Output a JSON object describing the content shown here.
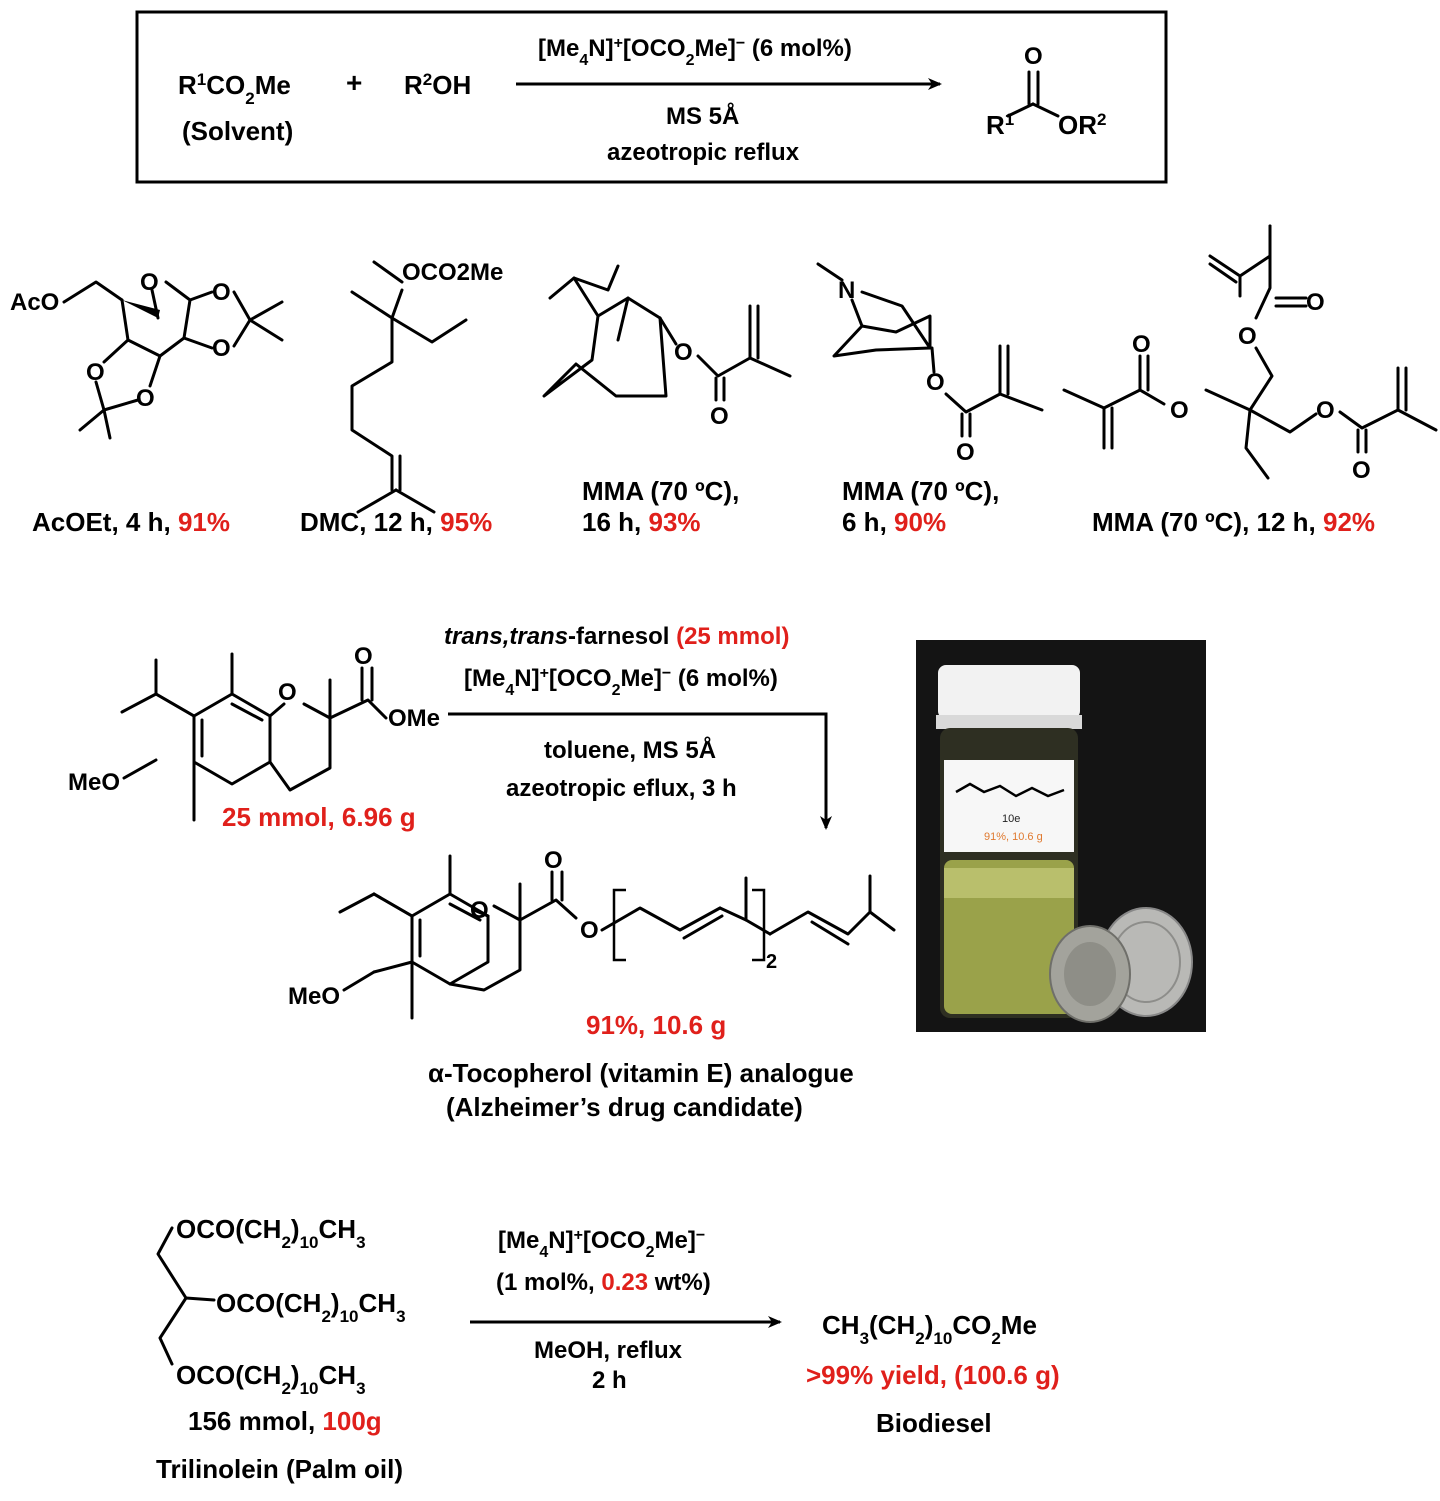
{
  "scheme": {
    "reactant1": "R1CO2Me",
    "reactant1_sub": "(Solvent)",
    "plus": "+",
    "reactant2": "R2OH",
    "catalyst": "[Me4N]+[OCO2Me]− (6 mol%)",
    "conditions1": "MS 5Å",
    "conditions2": "azeotropic reflux",
    "product_R1": "R1",
    "product_OR2": "OR2",
    "product_O": "O"
  },
  "examples": [
    {
      "conditions": "AcOEt, 4 h,",
      "yield": "91%",
      "label_AcO": "AcO"
    },
    {
      "conditions": "DMC, 12 h,",
      "yield": "95%",
      "label_OCO2Me": "OCO2Me"
    },
    {
      "conditions_line1": "MMA (70 ºC),",
      "conditions_line2": "16 h,",
      "yield": "93%"
    },
    {
      "conditions_line1": "MMA (70 ºC),",
      "conditions_line2": "6 h,",
      "yield": "90%",
      "label_N": "N"
    },
    {
      "conditions": "MMA (70 ºC), 12 h,",
      "yield": "92%"
    }
  ],
  "vitaminE": {
    "reagent_italic": "trans,trans",
    "reagent_rest": "-farnesol",
    "reagent_amount": "(25 mmol)",
    "catalyst": "[Me4N]+[OCO2Me]− (6 mol%)",
    "conditions1": "toluene, MS 5Å",
    "conditions2": "azeotropic eflux, 3 h",
    "sm_amount": "25 mmol, 6.96 g",
    "sm_OMe": "OMe",
    "sm_MeO": "MeO",
    "product_yield": "91%, 10.6 g",
    "product_sub": "2",
    "product_name1": "α-Tocopherol (vitamin E) analogue",
    "product_name2": "(Alzheimer’s drug candidate)",
    "photo_label_compound": "10e",
    "photo_label_yield": "91%, 10.6 g"
  },
  "biodiesel": {
    "chain": "OCO(CH2)10CH3",
    "sm_amount": "156 mmol,",
    "sm_mass": "100g",
    "sm_name": "Trilinolein (Palm oil)",
    "catalyst": "[Me4N]+[OCO2Me]−",
    "loading_pre": "(1 mol%,",
    "loading_red": "0.23",
    "loading_post": "wt%)",
    "conditions1": "MeOH, reflux",
    "conditions2": "2 h",
    "product": "CH3(CH2)10CO2Me",
    "yield": ">99% yield, (100.6 g)",
    "product_name": "Biodiesel"
  },
  "colors": {
    "highlight": "#e0201b",
    "text": "#000000"
  }
}
